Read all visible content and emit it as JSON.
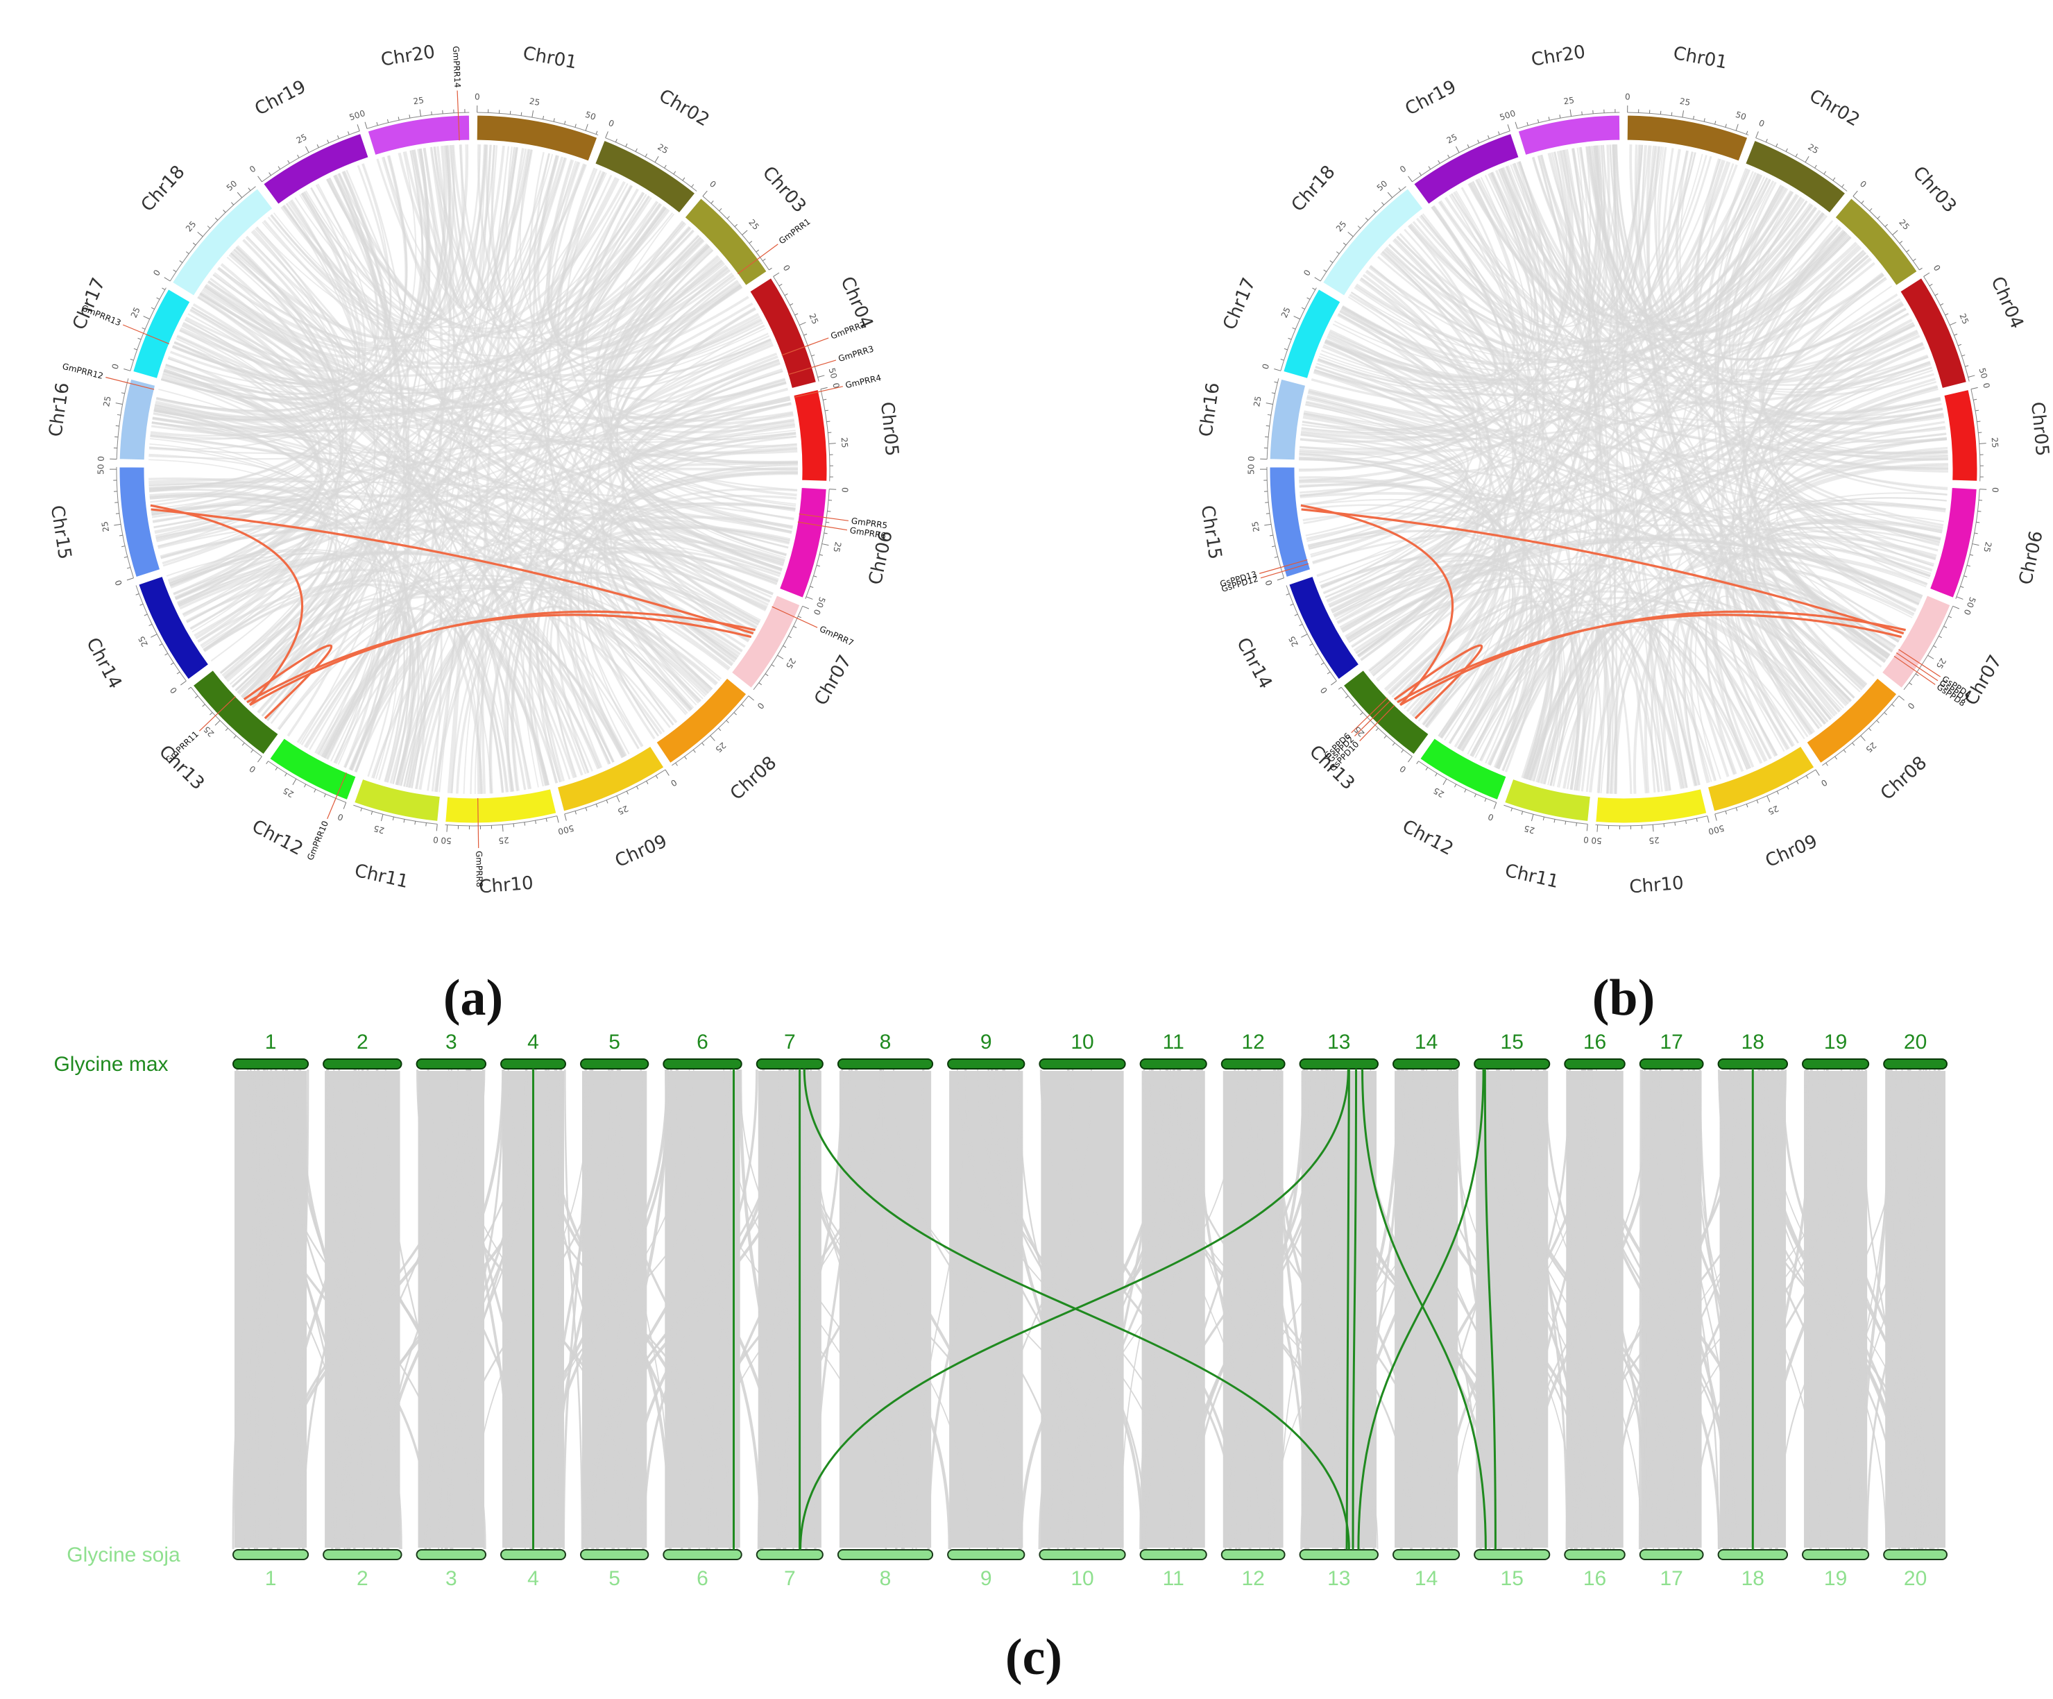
{
  "panels": {
    "a": "(a)",
    "b": "(b)",
    "c": "(c)"
  },
  "circos": {
    "chromosomes": [
      {
        "name": "Chr01",
        "len": 56,
        "color": "#9b6a1a"
      },
      {
        "name": "Chr02",
        "len": 48,
        "color": "#6b6b1e"
      },
      {
        "name": "Chr03",
        "len": 45,
        "color": "#9c9a2c"
      },
      {
        "name": "Chr04",
        "len": 52,
        "color": "#c0161c"
      },
      {
        "name": "Chr05",
        "len": 42,
        "color": "#ee1b1b"
      },
      {
        "name": "Chr06",
        "len": 51,
        "color": "#e816b8"
      },
      {
        "name": "Chr07",
        "len": 44,
        "color": "#f8c9cf"
      },
      {
        "name": "Chr08",
        "len": 47,
        "color": "#f29b14"
      },
      {
        "name": "Chr09",
        "len": 50,
        "color": "#f1ca18"
      },
      {
        "name": "Chr10",
        "len": 51,
        "color": "#f4f01c"
      },
      {
        "name": "Chr11",
        "len": 39,
        "color": "#cde82a"
      },
      {
        "name": "Chr12",
        "len": 40,
        "color": "#1ff01f"
      },
      {
        "name": "Chr13",
        "len": 45,
        "color": "#3c7a12"
      },
      {
        "name": "Chr14",
        "len": 49,
        "color": "#1212b2"
      },
      {
        "name": "Chr15",
        "len": 51,
        "color": "#5f8ef0"
      },
      {
        "name": "Chr16",
        "len": 37,
        "color": "#a3c9f1"
      },
      {
        "name": "Chr17",
        "len": 41,
        "color": "#1ee8f4"
      },
      {
        "name": "Chr18",
        "len": 58,
        "color": "#c4f6fb"
      },
      {
        "name": "Chr19",
        "len": 50,
        "color": "#9612c7"
      },
      {
        "name": "Chr20",
        "len": 47,
        "color": "#cf4cf0"
      }
    ],
    "ticks": [
      "0",
      "25",
      "50"
    ],
    "genes_a": [
      {
        "label": "GmPRR1",
        "chr": 3,
        "pos": 38
      },
      {
        "label": "GmPRR2",
        "chr": 4,
        "pos": 35
      },
      {
        "label": "GmPRR3",
        "chr": 4,
        "pos": 45
      },
      {
        "label": "GmPRR4",
        "chr": 5,
        "pos": 1
      },
      {
        "label": "GmPRR5",
        "chr": 6,
        "pos": 13
      },
      {
        "label": "GmPRR6",
        "chr": 6,
        "pos": 17
      },
      {
        "label": "GmPRR7",
        "chr": 7,
        "pos": 6
      },
      {
        "label": "GmPRR8",
        "chr": 10,
        "pos": 36
      },
      {
        "label": "GmPRR10",
        "chr": 12,
        "pos": 5
      },
      {
        "label": "GmPRR11",
        "chr": 13,
        "pos": 28
      },
      {
        "label": "GmPRR12",
        "chr": 16,
        "pos": 35
      },
      {
        "label": "GmPRR13",
        "chr": 17,
        "pos": 18
      },
      {
        "label": "GmPRR14",
        "chr": 20,
        "pos": 42
      }
    ],
    "genes_b": [
      {
        "label": "GsPPD4",
        "chr": 7,
        "pos": 30
      },
      {
        "label": "GsPPD7",
        "chr": 7,
        "pos": 32
      },
      {
        "label": "GsPPD8",
        "chr": 7,
        "pos": 34
      },
      {
        "label": "GsPPD10",
        "chr": 13,
        "pos": 22
      },
      {
        "label": "GsPPD2",
        "chr": 13,
        "pos": 25
      },
      {
        "label": "GsPPD6",
        "chr": 13,
        "pos": 27
      },
      {
        "label": "GsPPD12",
        "chr": 15,
        "pos": 3
      },
      {
        "label": "GsPPD13",
        "chr": 15,
        "pos": 5
      }
    ],
    "links_a": [
      {
        "from": [
          15,
          30
        ],
        "to": [
          7,
          22
        ]
      },
      {
        "from": [
          15,
          32
        ],
        "to": [
          13,
          20
        ]
      },
      {
        "from": [
          13,
          22
        ],
        "to": [
          7,
          24
        ]
      },
      {
        "from": [
          13,
          20
        ],
        "to": [
          7,
          20
        ]
      },
      {
        "from": [
          13,
          24
        ],
        "to": [
          13,
          10
        ]
      }
    ],
    "links_b": [
      {
        "from": [
          15,
          30
        ],
        "to": [
          7,
          22
        ]
      },
      {
        "from": [
          15,
          32
        ],
        "to": [
          13,
          20
        ]
      },
      {
        "from": [
          13,
          22
        ],
        "to": [
          7,
          24
        ]
      },
      {
        "from": [
          13,
          20
        ],
        "to": [
          7,
          20
        ]
      },
      {
        "from": [
          13,
          24
        ],
        "to": [
          13,
          10
        ]
      }
    ],
    "colors": {
      "background_link": "#d9d9d9",
      "highlight_link": "#f06a44",
      "gene_line": "#e05a3a"
    }
  },
  "synteny": {
    "top_label": "Glycine max",
    "bottom_label": "Glycine soja",
    "top_color": "#1f8a1f",
    "bottom_color": "#8fe08f",
    "chromosomes": [
      {
        "n": "1",
        "len": 50
      },
      {
        "n": "2",
        "len": 52
      },
      {
        "n": "3",
        "len": 46
      },
      {
        "n": "4",
        "len": 43
      },
      {
        "n": "5",
        "len": 45
      },
      {
        "n": "6",
        "len": 52
      },
      {
        "n": "7",
        "len": 44
      },
      {
        "n": "8",
        "len": 63
      },
      {
        "n": "9",
        "len": 51
      },
      {
        "n": "10",
        "len": 57
      },
      {
        "n": "11",
        "len": 44
      },
      {
        "n": "12",
        "len": 42
      },
      {
        "n": "13",
        "len": 52
      },
      {
        "n": "14",
        "len": 44
      },
      {
        "n": "15",
        "len": 50
      },
      {
        "n": "16",
        "len": 40
      },
      {
        "n": "17",
        "len": 42
      },
      {
        "n": "18",
        "len": 46
      },
      {
        "n": "19",
        "len": 44
      },
      {
        "n": "20",
        "len": 42
      }
    ],
    "links": [
      {
        "top": [
          4,
          0.5
        ],
        "bottom": [
          4,
          0.5
        ]
      },
      {
        "top": [
          6,
          0.9
        ],
        "bottom": [
          6,
          0.9
        ]
      },
      {
        "top": [
          7,
          0.65
        ],
        "bottom": [
          7,
          0.65
        ]
      },
      {
        "top": [
          7,
          0.72
        ],
        "bottom": [
          13,
          0.63
        ]
      },
      {
        "top": [
          13,
          0.62
        ],
        "bottom": [
          7,
          0.66
        ]
      },
      {
        "top": [
          13,
          0.63
        ],
        "bottom": [
          13,
          0.6
        ]
      },
      {
        "top": [
          13,
          0.72
        ],
        "bottom": [
          13,
          0.68
        ]
      },
      {
        "top": [
          13,
          0.8
        ],
        "bottom": [
          15,
          0.15
        ]
      },
      {
        "top": [
          15,
          0.12
        ],
        "bottom": [
          13,
          0.75
        ]
      },
      {
        "top": [
          15,
          0.14
        ],
        "bottom": [
          15,
          0.28
        ]
      },
      {
        "top": [
          18,
          0.5
        ],
        "bottom": [
          18,
          0.5
        ]
      }
    ],
    "colors": {
      "background_link": "#d3d3d3",
      "highlight_link": "#1f8a1f"
    }
  }
}
